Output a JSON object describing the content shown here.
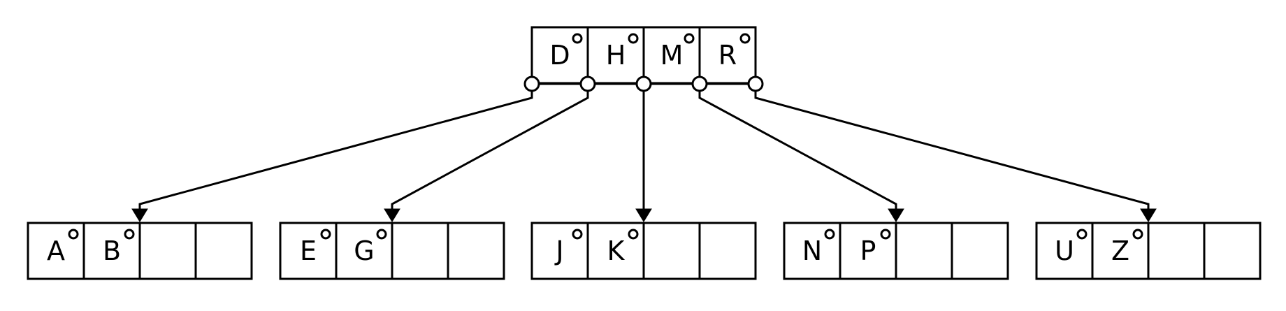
{
  "diagram": {
    "colors": {
      "stroke": "#000000",
      "background": "#ffffff"
    },
    "root": {
      "keys": [
        "D",
        "H",
        "M",
        "R"
      ],
      "slots": 4
    },
    "children": [
      {
        "keys": [
          "A",
          "B"
        ],
        "slots": 4
      },
      {
        "keys": [
          "E",
          "G"
        ],
        "slots": 4
      },
      {
        "keys": [
          "J",
          "K"
        ],
        "slots": 4
      },
      {
        "keys": [
          "N",
          "P"
        ],
        "slots": 4
      },
      {
        "keys": [
          "U",
          "Z"
        ],
        "slots": 4
      }
    ]
  }
}
